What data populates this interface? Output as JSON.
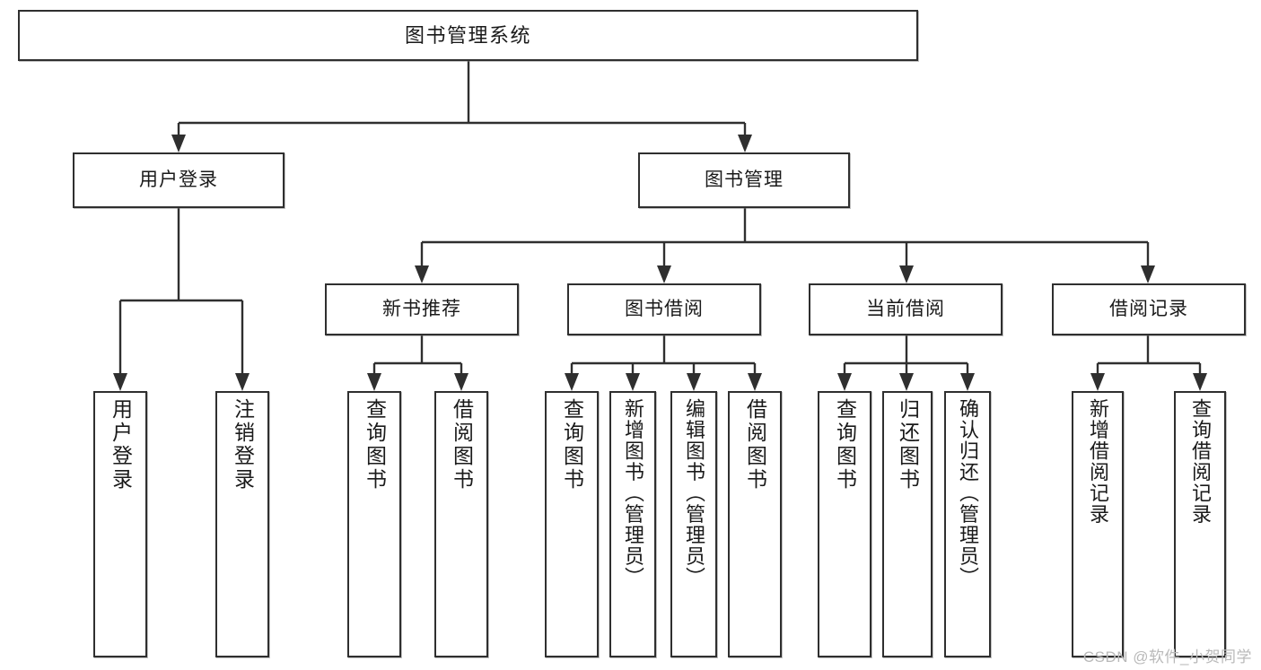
{
  "diagram": {
    "title": "图书管理系统",
    "type": "tree-hierarchy-chart",
    "root": {
      "label": "图书管理系统"
    },
    "level2": [
      {
        "label": "用户登录"
      },
      {
        "label": "图书管理"
      }
    ],
    "level3": [
      {
        "label": "新书推荐"
      },
      {
        "label": "图书借阅"
      },
      {
        "label": "当前借阅"
      },
      {
        "label": "借阅记录"
      }
    ],
    "leaves": {
      "user_login": [
        {
          "label": "用户登录"
        },
        {
          "label": "注销登录"
        }
      ],
      "new_book_recommend": [
        {
          "label": "查询图书"
        },
        {
          "label": "借阅图书"
        }
      ],
      "book_borrow": [
        {
          "label": "查询图书"
        },
        {
          "label": "新增图书（管理员）"
        },
        {
          "label": "编辑图书（管理员）"
        },
        {
          "label": "借阅图书"
        }
      ],
      "current_borrow": [
        {
          "label": "查询图书"
        },
        {
          "label": "归还图书"
        },
        {
          "label": "确认归还（管理员）"
        }
      ],
      "borrow_record": [
        {
          "label": "新增借阅记录"
        },
        {
          "label": "查询借阅记录"
        }
      ]
    }
  },
  "watermark": {
    "text": "CSDN @软件_小贺同学"
  },
  "colors": {
    "stroke": "#2f2f2f",
    "fill": "#ffffff",
    "text": "#1a1a1a",
    "watermark": "#b9b9b9"
  }
}
